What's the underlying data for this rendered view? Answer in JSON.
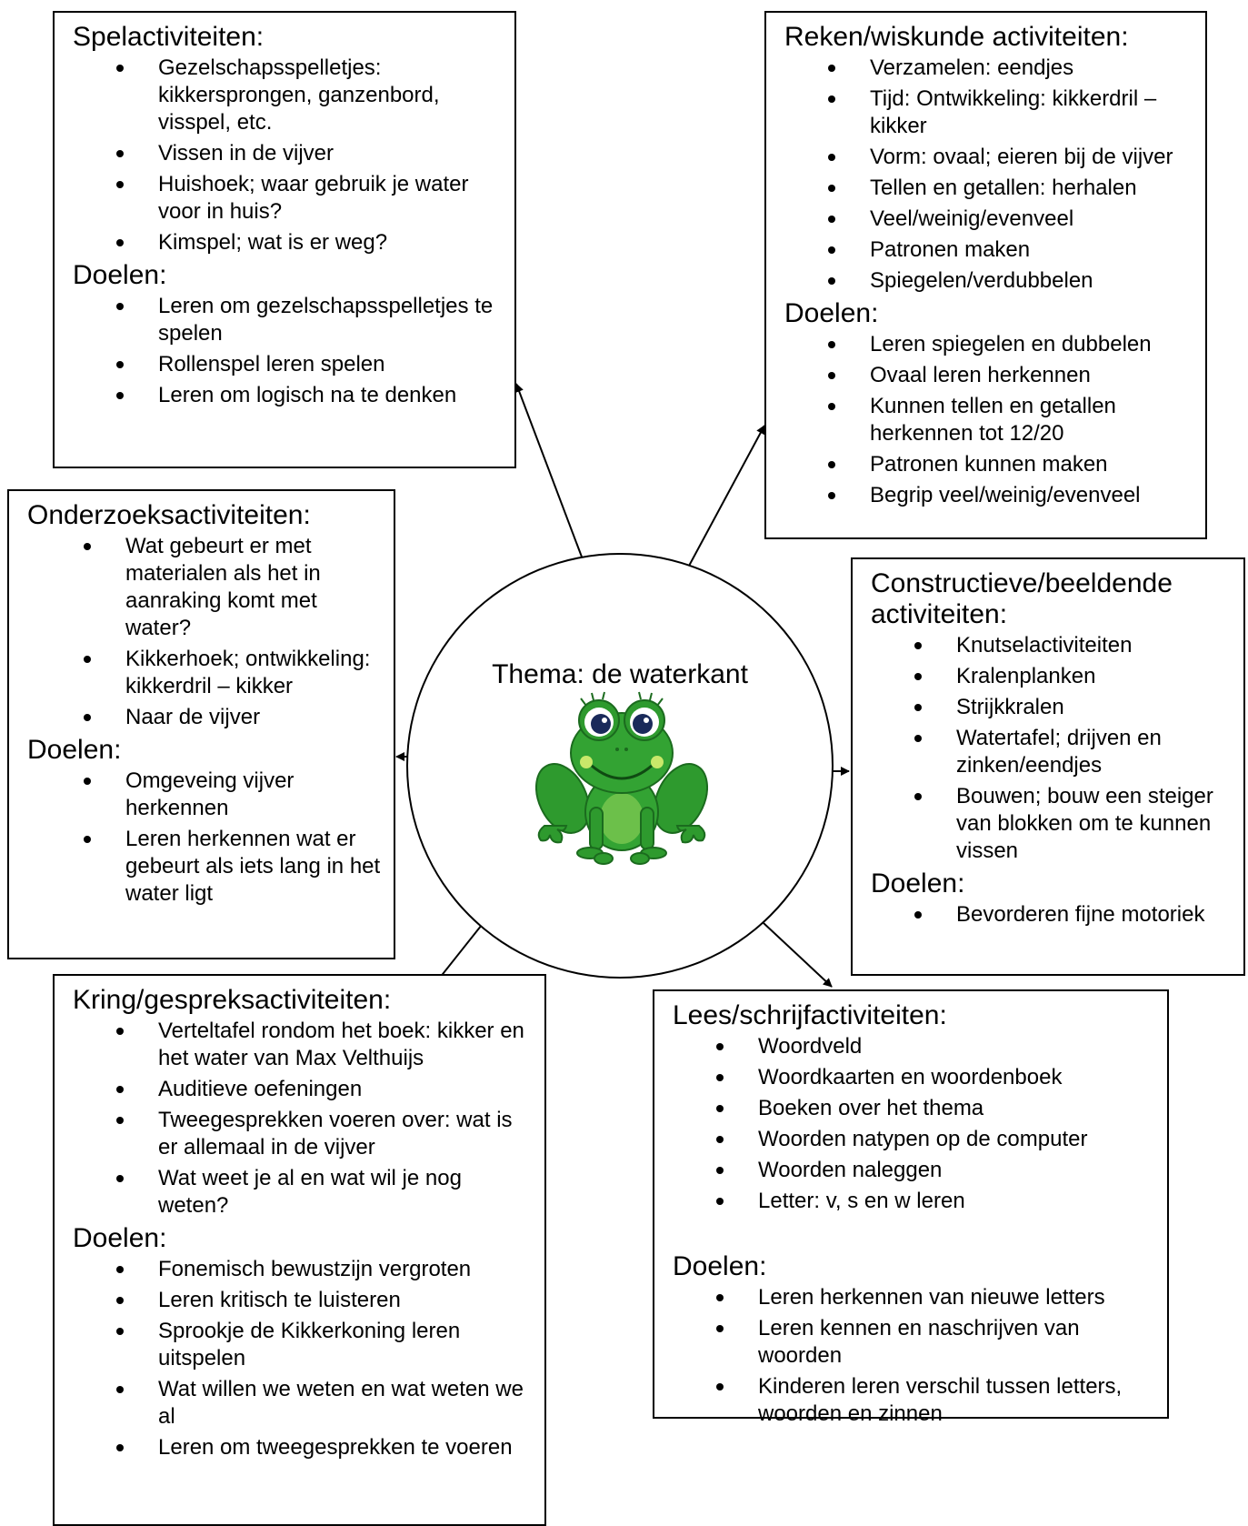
{
  "center": {
    "title": "Thema: de waterkant",
    "image": "frog-icon"
  },
  "colors": {
    "frog_green": "#2e9a2e",
    "frog_dark": "#1b6b1e",
    "border": "#000000"
  },
  "spel": {
    "title": "Spelactiviteiten:",
    "items": [
      "Gezelschapsspelletjes: kikkersprongen, ganzenbord, visspel, etc.",
      "Vissen in de vijver",
      "Huishoek; waar gebruik je water voor in huis?",
      "Kimspel; wat is er weg?"
    ],
    "goals_title": "Doelen:",
    "goals": [
      "Leren om gezelschapsspelletjes te spelen",
      "Rollenspel leren spelen",
      "Leren om logisch na te denken"
    ]
  },
  "reken": {
    "title": "Reken/wiskunde activiteiten:",
    "items": [
      "Verzamelen: eendjes",
      "Tijd: Ontwikkeling: kikkerdril – kikker",
      "Vorm: ovaal; eieren bij de vijver",
      "Tellen en getallen: herhalen",
      "Veel/weinig/evenveel",
      "Patronen maken",
      "Spiegelen/verdubbelen"
    ],
    "goals_title": "Doelen:",
    "goals": [
      "Leren spiegelen en dubbelen",
      "Ovaal leren herkennen",
      "Kunnen tellen en getallen herkennen tot 12/20",
      "Patronen kunnen maken",
      "Begrip veel/weinig/evenveel"
    ]
  },
  "onderzoek": {
    "title": "Onderzoeksactiviteiten:",
    "items": [
      "Wat gebeurt er met materialen als het in aanraking komt met water?",
      "Kikkerhoek; ontwikkeling: kikkerdril – kikker",
      "Naar de vijver"
    ],
    "goals_title": "Doelen:",
    "goals": [
      "Omgeveing vijver herkennen",
      "Leren herkennen wat er gebeurt als iets lang in het water ligt"
    ]
  },
  "constr": {
    "title": "Constructieve/beeldende activiteiten:",
    "items": [
      "Knutselactiviteiten",
      "Kralenplanken",
      "Strijkkralen",
      "Watertafel; drijven en zinken/eendjes",
      "Bouwen; bouw een steiger van blokken om te kunnen vissen"
    ],
    "goals_title": "Doelen:",
    "goals": [
      "Bevorderen fijne motoriek"
    ]
  },
  "kring": {
    "title": "Kring/gespreksactiviteiten:",
    "items": [
      "Verteltafel rondom het boek: kikker en het water van Max Velthuijs",
      "Auditieve oefeningen",
      "Tweegesprekken voeren over: wat is er allemaal in de vijver",
      "Wat weet je al en wat wil je nog weten?"
    ],
    "goals_title": "Doelen:",
    "goals": [
      "Fonemisch bewustzijn vergroten",
      "Leren kritisch te luisteren",
      "Sprookje de Kikkerkoning leren uitspelen",
      "Wat willen we weten en wat weten we al",
      "Leren om tweegesprekken te voeren"
    ]
  },
  "lees": {
    "title": "Lees/schrijfactiviteiten:",
    "items": [
      "Woordveld",
      "Woordkaarten en woordenboek",
      "Boeken over het thema",
      "Woorden natypen op de computer",
      "Woorden naleggen",
      "Letter: v, s en w leren"
    ],
    "goals_title": "Doelen:",
    "goals": [
      "Leren herkennen van nieuwe letters",
      "Leren kennen en naschrijven van woorden",
      "Kinderen leren verschil tussen letters, woorden en zinnen"
    ]
  }
}
